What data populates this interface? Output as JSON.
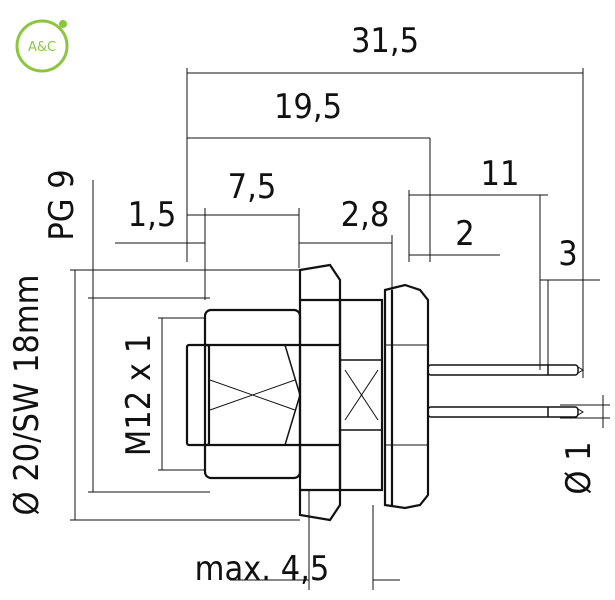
{
  "logo": {
    "text": "A&C",
    "color": "#8cc63f"
  },
  "dimensions": {
    "overall_length": "31,5",
    "body_length": "19,5",
    "flange_offset": "1,5",
    "thread_length": "7,5",
    "nut_thickness": "2,8",
    "pin_length": "11",
    "pin_step": "2",
    "pin_tip": "3",
    "pg_thread": "PG 9",
    "outer_diameter": "Ø 20/SW 18mm",
    "thread": "M12 x 1",
    "pin_diameter": "Ø 1",
    "panel_thickness": "max. 4,5"
  }
}
